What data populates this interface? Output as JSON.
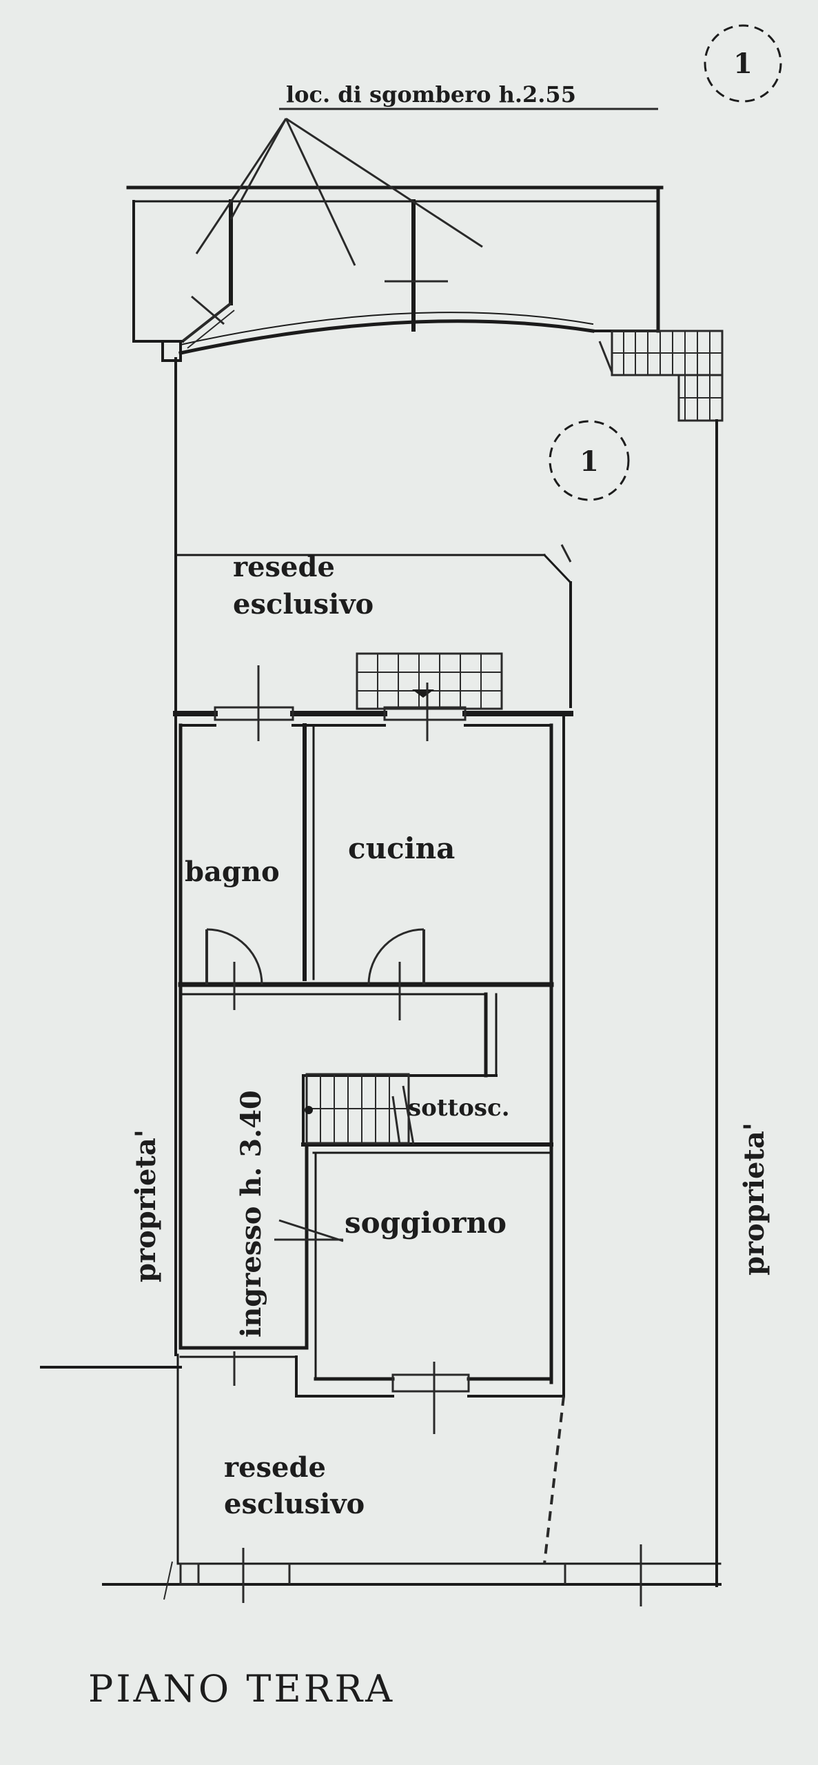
{
  "plan": {
    "title": "PIANO TERRA",
    "header_note": "loc. di sgombero h.2.55",
    "marker_number": "1",
    "rooms": {
      "resede_top_line1": "resede",
      "resede_top_line2": "esclusivo",
      "bagno": "bagno",
      "cucina": "cucina",
      "ingresso": "ingresso h. 3.40",
      "sottoscala": "sottosc.",
      "soggiorno": "soggiorno",
      "resede_bottom_line1": "resede",
      "resede_bottom_line2": "esclusivo"
    },
    "neighbor_left": "proprieta'",
    "neighbor_right": "proprieta'",
    "colors": {
      "paper": "#e9ecea",
      "ink": "#1b1b1b"
    }
  }
}
